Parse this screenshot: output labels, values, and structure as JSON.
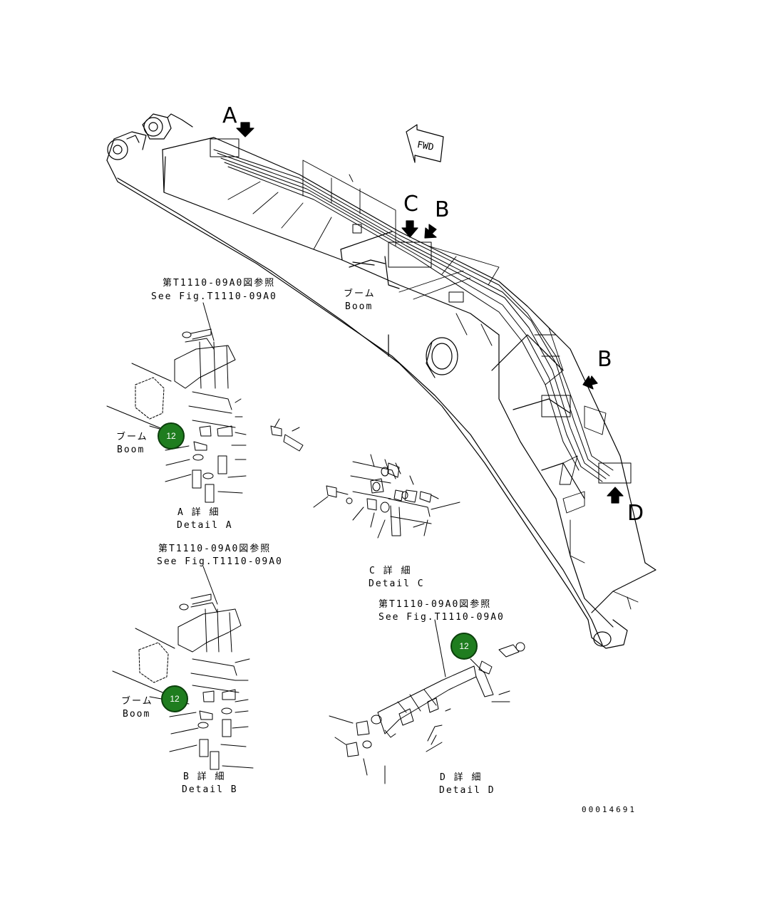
{
  "callouts": {
    "main": {
      "a": "A",
      "b_top": "B",
      "c": "C",
      "b_side": "B",
      "d": "D"
    },
    "fwd": "FWD"
  },
  "labels": {
    "boom_jp_main": "ブーム",
    "boom_en_main": "Boom",
    "boom_jp_a": "ブーム",
    "boom_en_a": "Boom",
    "boom_jp_b": "ブーム",
    "boom_en_b": "Boom"
  },
  "refs": {
    "a_jp": "第T1110-09A0図参照",
    "a_en": "See Fig.T1110-09A0",
    "b_jp": "第T1110-09A0図参照",
    "b_en": "See Fig.T1110-09A0",
    "d_jp": "第T1110-09A0図参照",
    "d_en": "See Fig.T1110-09A0"
  },
  "details": {
    "a_jp": "A 詳 細",
    "a_en": "Detail A",
    "b_jp": "B 詳 細",
    "b_en": "Detail B",
    "c_jp": "C 詳 細",
    "c_en": "Detail C",
    "d_jp": "D 詳 細",
    "d_en": "Detail D"
  },
  "badges": {
    "a": "12",
    "b": "12",
    "d": "12"
  },
  "drawing_number": "00014691",
  "colors": {
    "badge_fill": "#1f7d1f",
    "badge_border": "#0c3f0c",
    "ink": "#000000"
  }
}
